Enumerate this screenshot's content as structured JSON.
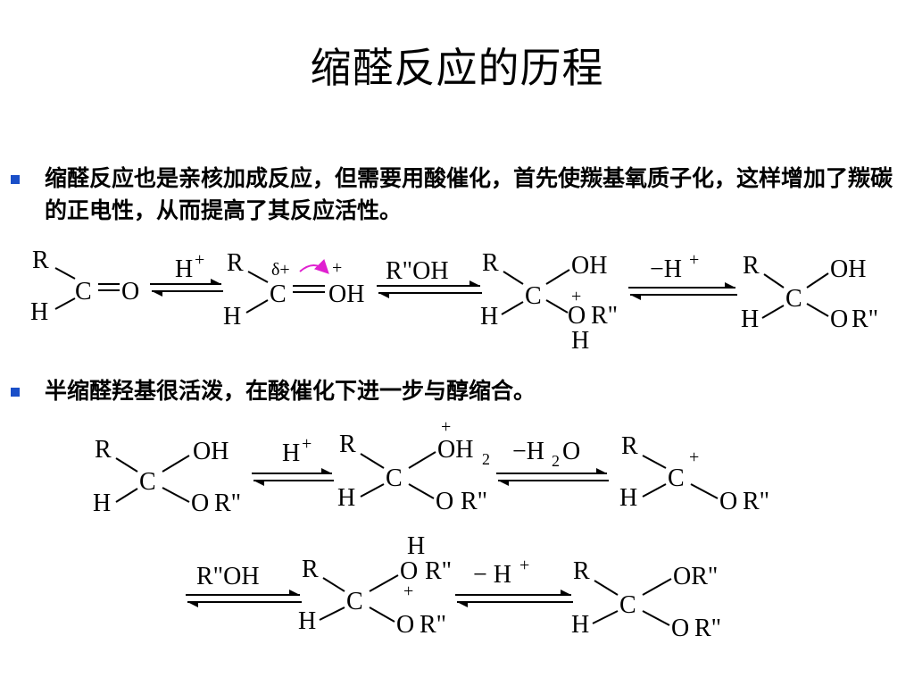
{
  "slide": {
    "title": "缩醛反应的历程",
    "bullets": [
      {
        "text": "缩醛反应也是亲核加成反应，但需要用酸催化，首先使羰基氧质子化，这样增加了羰碳的正电性，从而提高了其反应活性。"
      },
      {
        "text": "半缩醛羟基很活泼，在酸催化下进一步与醇缩合。"
      }
    ],
    "accent_color": "#1a4fc8",
    "arrow_color": "#e020d0"
  },
  "scheme1": {
    "aldehyde": {
      "r": "R",
      "h": "H",
      "c": "C",
      "o": "O"
    },
    "step1_reagent": {
      "h": "H",
      "plus": "+"
    },
    "protonated": {
      "r": "R",
      "h": "H",
      "c": "C",
      "oh": "OH",
      "plus": "+",
      "delta": "δ+"
    },
    "step2_reagent": "R\"OH",
    "oxonium": {
      "r": "R",
      "h": "H",
      "c": "C",
      "oh": "OH",
      "plus": "+",
      "o": "O",
      "r2": "R\"",
      "h2": "H"
    },
    "step3_reagent": {
      "minus_h": "−H",
      "plus": "+"
    },
    "hemiacetal": {
      "r": "R",
      "h": "H",
      "c": "C",
      "oh": "OH",
      "o": "O",
      "r2": "R\""
    }
  },
  "scheme2": {
    "hemiacetal": {
      "r": "R",
      "h": "H",
      "c": "C",
      "oh": "OH",
      "o": "O",
      "r2": "R\""
    },
    "step1_reagent": {
      "h": "H",
      "plus": "+"
    },
    "protonated": {
      "r": "R",
      "h": "H",
      "c": "C",
      "plus": "+",
      "oh": "OH",
      "sub2": "2",
      "o": "O",
      "r2": "R\""
    },
    "step2_reagent": {
      "minus_h": "−H",
      "sub2": "2",
      "o": "O"
    },
    "carbocation": {
      "r": "R",
      "h": "H",
      "c": "C",
      "plus": "+",
      "o": "O",
      "r2": "R\""
    }
  },
  "scheme3": {
    "step1_reagent": "R\"OH",
    "oxonium": {
      "r": "R",
      "h": "H",
      "c": "C",
      "h_top": "H",
      "o_top": "O",
      "r_top": "R\"",
      "plus": "+",
      "o": "O",
      "r2": "R\""
    },
    "step2_reagent": {
      "minus_h": "− H",
      "plus": "+"
    },
    "acetal": {
      "r": "R",
      "h": "H",
      "c": "C",
      "or_top": "OR\"",
      "o": "O",
      "r2": "R\""
    }
  }
}
